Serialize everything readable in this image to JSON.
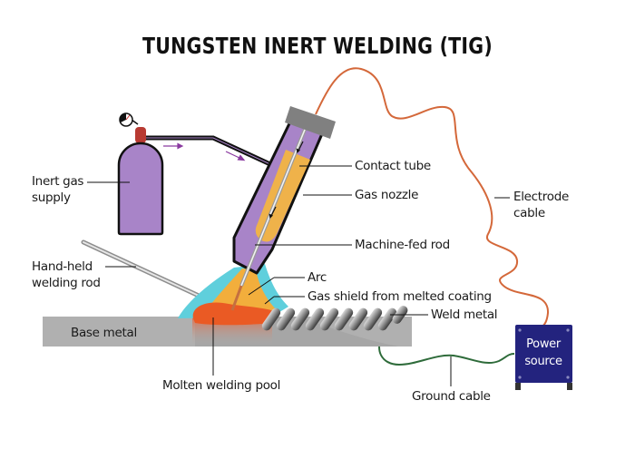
{
  "title": "TUNGSTEN INERT WELDING (TIG)",
  "labels": {
    "inert_gas_supply": [
      "Inert gas",
      "supply"
    ],
    "contact_tube": "Contact tube",
    "gas_nozzle": "Gas nozzle",
    "machine_fed_rod": "Machine-fed rod",
    "arc": "Arc",
    "gas_shield": "Gas shield from melted coating",
    "weld_metal": "Weld metal",
    "hand_held_rod": [
      "Hand-held",
      "welding rod"
    ],
    "base_metal": "Base metal",
    "molten_pool": "Molten welding pool",
    "ground_cable": "Ground cable",
    "electrode_cable": [
      "Electrode",
      "cable"
    ],
    "power_source": [
      "Power",
      "source"
    ]
  },
  "colors": {
    "gas_cylinder": "#a884c8",
    "gas_valve": "#b83a32",
    "torch_body": "#a884c8",
    "contact_tube": "#efb24a",
    "torch_cap": "#808080",
    "gas_shield": "#5fcfdc",
    "arc": "#f2ae3c",
    "molten_pool": "#ea5a24",
    "base_metal": "#b0b0b0",
    "electrode_cable": "#d4683a",
    "ground_cable": "#2e6b3a",
    "power_source": "#23237e",
    "flow_arrows": "#8a3aa0"
  }
}
